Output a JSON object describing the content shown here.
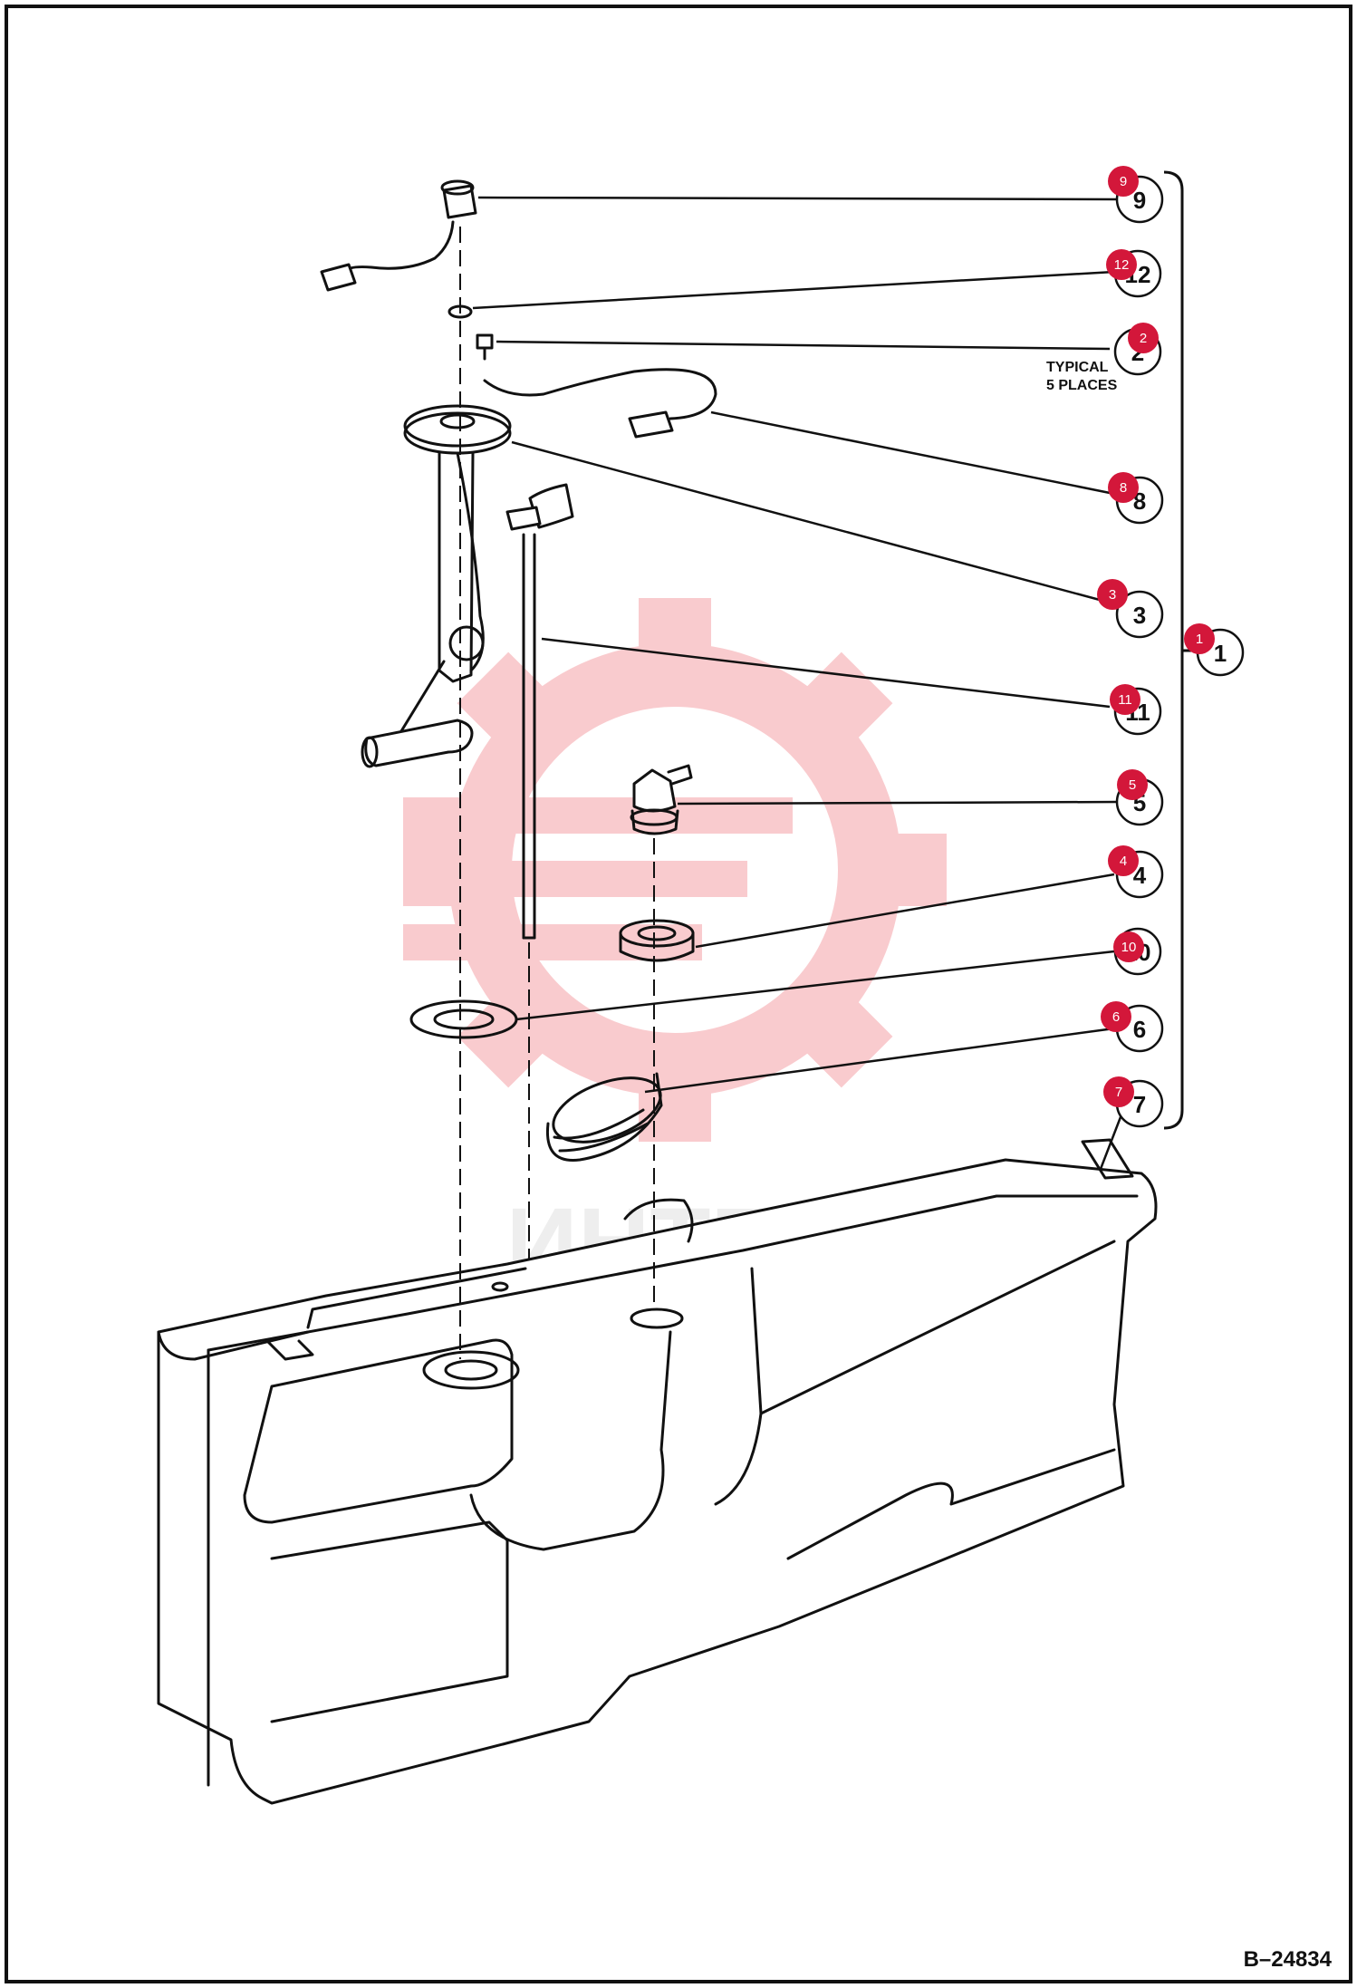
{
  "drawing": {
    "document_number": "B–24834",
    "note_lines": [
      "TYPICAL",
      "5 PLACES"
    ],
    "watermark_text": "ИНТЕХ"
  },
  "colors": {
    "badge": "#d3173a",
    "line": "#111111",
    "watermark": "#f4a1a6"
  },
  "callouts": [
    {
      "id": "9",
      "label": "9",
      "badge": "9"
    },
    {
      "id": "12",
      "label": "12",
      "badge": "12"
    },
    {
      "id": "2",
      "label": "2",
      "badge": "2"
    },
    {
      "id": "8",
      "label": "8",
      "badge": "8"
    },
    {
      "id": "3",
      "label": "3",
      "badge": "3"
    },
    {
      "id": "1",
      "label": "1",
      "badge": "1"
    },
    {
      "id": "11",
      "label": "11",
      "badge": "11"
    },
    {
      "id": "5",
      "label": "5",
      "badge": "5"
    },
    {
      "id": "4",
      "label": "4",
      "badge": "4"
    },
    {
      "id": "10",
      "label": "10",
      "badge": "10"
    },
    {
      "id": "6",
      "label": "6",
      "badge": "6"
    },
    {
      "id": "7",
      "label": "7",
      "badge": "7"
    }
  ]
}
